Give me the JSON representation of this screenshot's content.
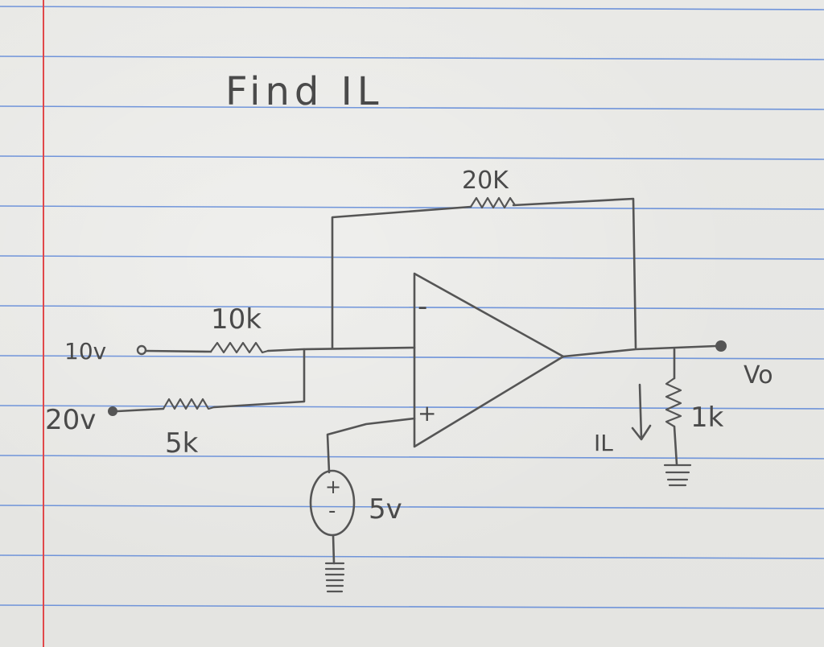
{
  "title": "Find IL",
  "labels": {
    "in1_voltage": "10v",
    "in2_voltage": "20v",
    "r1": "10k",
    "r2": "5k",
    "rf": "20K",
    "source": "5v",
    "source_plus": "+",
    "source_minus": "-",
    "inv_sign": "-",
    "noninv_sign": "+",
    "rl": "1k",
    "il": "IL",
    "vo": "Vo"
  },
  "colors": {
    "rule_line": "#5b86d8",
    "margin_line": "#e0484a",
    "pencil": "#555555"
  }
}
